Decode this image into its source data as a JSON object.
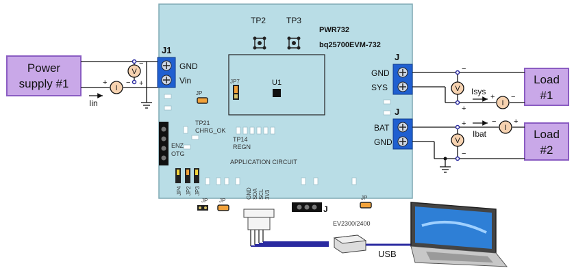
{
  "left_supply": {
    "line1": "Power",
    "line2": "supply #1"
  },
  "load1": {
    "line1": "Load",
    "line2": "#1"
  },
  "load2": {
    "line1": "Load",
    "line2": "#2"
  },
  "board": {
    "title1": "PWR732",
    "title2": "bq25700EVM-732",
    "tp2": "TP2",
    "tp3": "TP3",
    "u1": "U1",
    "jp7": "JP7",
    "jp_small": "JP",
    "tp21": "TP21",
    "chrg_ok": "CHRG_OK",
    "tp14": "TP14",
    "regn": "REGN",
    "enz": "ENZ",
    "otg": "OTG",
    "app_circuit": "APPLICATION CIRCUIT",
    "jp4": "JP4",
    "jp2": "JP2",
    "jp3": "JP3",
    "pin_labels": [
      "GND",
      "SDA",
      "SCL",
      "3V3"
    ],
    "j_bottom": "J",
    "jp_bottom1": "JP",
    "jp_bottom2": "JP",
    "jp_right": "JP"
  },
  "j1": {
    "title": "J1",
    "gnd": "GND",
    "vin": "Vin"
  },
  "j_sys": {
    "title": "J",
    "gnd": "GND",
    "sys": "SYS"
  },
  "j_bat": {
    "title": "J",
    "bat": "BAT",
    "gnd": "GND"
  },
  "meters": {
    "v": "V",
    "i": "I"
  },
  "currents": {
    "iin": "Iin",
    "isys": "Isys",
    "ibat": "Ibat"
  },
  "signs": {
    "plus": "+",
    "minus": "−"
  },
  "ev_label": "EV2300/2400",
  "usb_label": "USB",
  "colors": {
    "board": "#b9dde6",
    "box_fill": "#c9a8e8",
    "box_stroke": "#8a5cc2",
    "terminal": "#1f5fd0",
    "meter": "#f6d2b0",
    "wire_blue": "#2a2aa0"
  }
}
